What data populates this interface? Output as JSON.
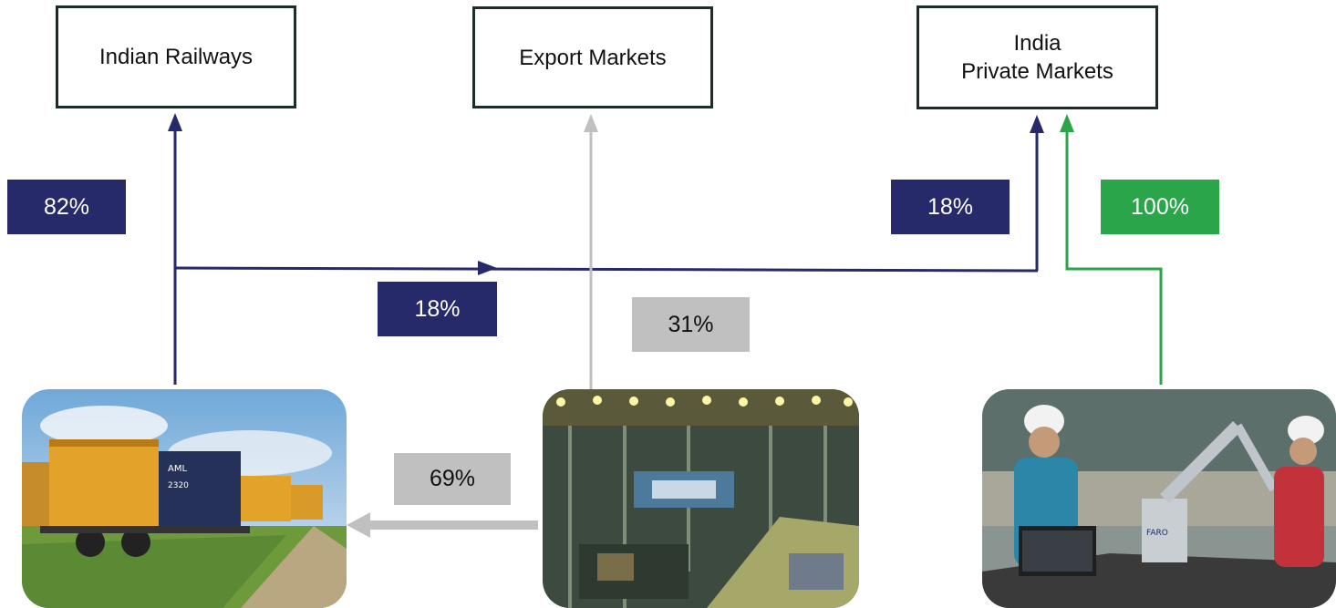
{
  "destinations": {
    "indian_railways": "Indian Railways",
    "export_markets": "Export Markets",
    "india_private_markets": "India\nPrivate Markets"
  },
  "percentages": {
    "railways_to_indian_railways": "82%",
    "railways_to_private": "18%",
    "railways_private_flow": "18%",
    "private_to_private_markets": "100%",
    "export_share": "31%",
    "factory_to_railways": "69%"
  },
  "colors": {
    "navy": "#26296a",
    "grey": "#c0c0c0",
    "green": "#2aa54a",
    "box_border": "#1e2b2b"
  },
  "photos": [
    "railway-wagon-photo",
    "factory-floor-photo",
    "workers-inspection-photo"
  ]
}
